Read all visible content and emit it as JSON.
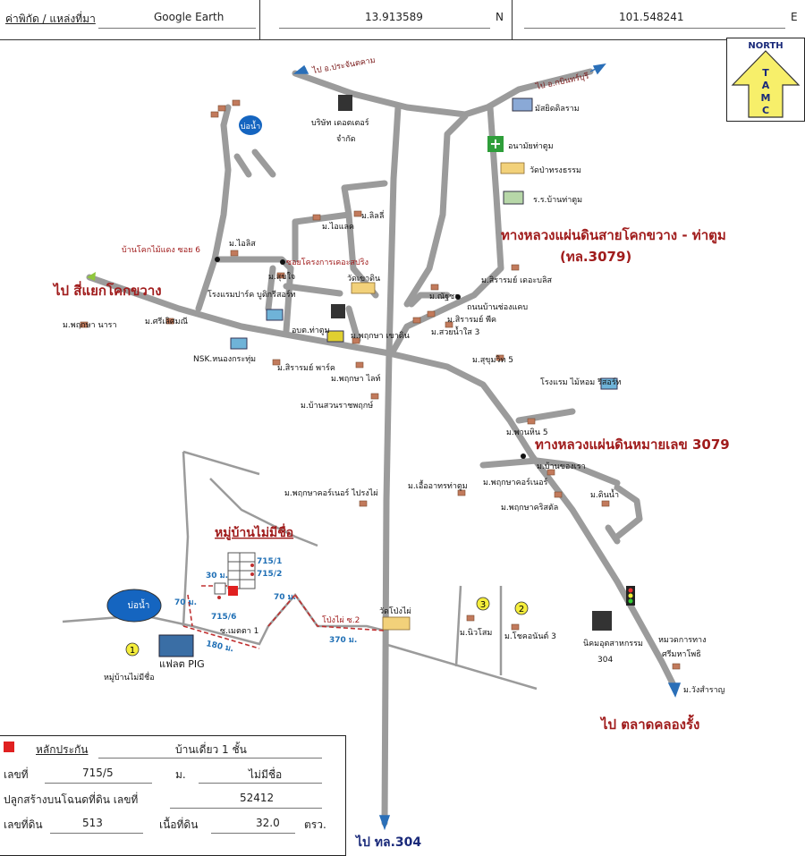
{
  "header": {
    "coord_label": "ค่าพิกัด / แหล่งที่มา",
    "source": "Google Earth",
    "lat": "13.913589",
    "lat_dir": "N",
    "lon": "101.548241",
    "lon_dir": "E"
  },
  "compass": {
    "north": "NORTH",
    "letters": [
      "T",
      "A",
      "M",
      "C"
    ]
  },
  "colors": {
    "road": "#9b9b9b",
    "label_red": "#a01c1c",
    "route_blue": "#1f6fb5",
    "pond": "#1565c0",
    "marker": "#e02020"
  },
  "map": {
    "directions": {
      "to_prachantakham": "ไป อ.ประจันตคาม",
      "to_kabinburi": "ไป อ.กบินทร์บุรี",
      "to_khok_khwang": "ไป สี่แยกโคกขวาง",
      "to_khlong_rung": "ไป ตลาดคลองรั้ง",
      "to_304": "ไป ทล.304"
    },
    "highways": {
      "hw_3079_name": "ทางหลวงแผ่นดินสายโคกขวาง - ท่าตูม",
      "hw_3079_code": "(ทล.3079)",
      "hw_3079_b": "ทางหลวงแผ่นดินหมายเลข 3079"
    },
    "subject": "หมู่บ้านไม่มีชื่อ",
    "places": {
      "factory": "บริษัท เดอตเตอร์",
      "factory2": "จำกัด",
      "pond_top": "บ่อน้ำ",
      "mosque": "มัสยิดดิลราม",
      "health": "อนามัยท่าตูม",
      "temple1": "วัดป่าทรงธรรม",
      "school": "ร.ร.บ้านท่าตูม",
      "lilly": "ม.ลิลลี่",
      "ilek": "ม.ไอแลค",
      "ilis": "ม.ไอลิส",
      "soi6": "บ้านโคกไม้แดง ซอย 6",
      "soi_project": "ซอยโครงการเคอะสปริง",
      "hotel_park": "โรงแรมปาร์ค บูติกรีสอร์ท",
      "sukjai": "ม.สุขใจ",
      "wat_khao": "วัดเขาดิน",
      "sirirom_dekabit": "ม.สิรารมย์ เดอะบลิส",
      "marucha": "ม.ณัฐชา",
      "road_chongkhaep": "ถนนบ้านช่องแคบ",
      "sirirom_peak": "ม.สิรารมย์ พีค",
      "suay_nam_sai": "ม.สวยน้ำใส 3",
      "prueksa_nara": "ม.พฤกษา นารา",
      "sriloedmani": "ม.ศรีเลิศมณี",
      "nsk": "NSK.หนองกระทุ่ม",
      "obt": "อบต.ท่าตูม",
      "prueksa_khaodin": "ม.พฤกษา เขาดิน",
      "sukhumvit5": "ม.สุขุมวิท 5",
      "sirirom_park": "ม.สิรารมย์ พาร์ค",
      "prueksa_light": "ม.พฤกษา ไลท์",
      "suan_rat": "ม.บ้านสวนราชพฤกษ์",
      "hotel_maihom": "โรงแรม ไม้หอม รีสอร์ท",
      "panhin5": "ม.พานหิน 5",
      "ban_chongrao": "ม.บ้านของเรา",
      "prueksa_corner1": "ม.พฤกษาคอร์เนอร์ ไปรงไผ่",
      "euaartorn": "ม.เอื้ออาทรท่าตูม",
      "prueksa_corner2": "ม.พฤกษาคอร์เนอร์",
      "prueksa_crystal": "ม.พฤกษาคริสตัล",
      "dinnam": "ม.ดินน้ำ",
      "pond_bottom": "บ่อน้ำ",
      "plot1": "715/1",
      "plot2": "715/2",
      "plot6": "715/6",
      "d30": "30 ม.",
      "d70a": "70 ม.",
      "d70b": "70 ม.",
      "d180": "180 ม.",
      "d370": "370 ม.",
      "soi_yo": "ซ.เมตตา 1",
      "pong_phai": "โป่งไผ่ ซ.2",
      "wat_pong": "วัดโป่งไผ่",
      "niusom": "ม.นิวโสม",
      "chokanan": "ม.โชคอนันต์ 3",
      "industrial": "นิคมอุตสาหกรรม",
      "industrial_no": "304",
      "highway_dept": "หมวดการทาง",
      "highway_dept2": "ศรีมหาโพธิ",
      "wangsamran": "ม.วังสำราญ",
      "village_noname": "หมู่บ้านไม่มีชื่อ",
      "flat_pig": "แฟลต PIG",
      "num1": "1",
      "num2": "2",
      "num3": "3"
    }
  },
  "legend": {
    "title": "หลักประกัน",
    "type": "บ้านเดี่ยว 1 ชั้น",
    "no_label": "เลขที่",
    "no_value": "715/5",
    "moo_label": "ม.",
    "moo_value": "ไม่มีชื่อ",
    "deed_label": "ปลูกสร้างบนโฉนดที่ดิน เลขที่",
    "deed_value": "52412",
    "land_no_label": "เลขที่ดิน",
    "land_no_value": "513",
    "area_label": "เนื้อที่ดิน",
    "area_value": "32.0",
    "area_unit": "ตรว."
  }
}
